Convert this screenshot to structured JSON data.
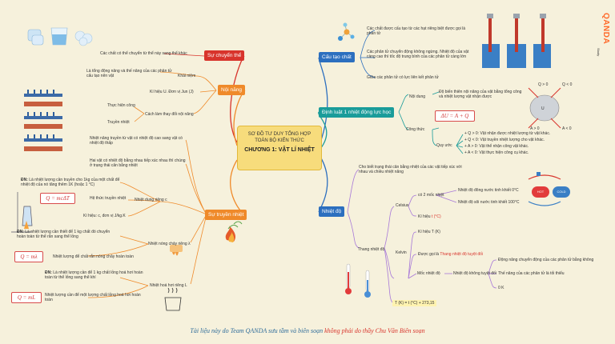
{
  "center": {
    "line1": "SƠ ĐỒ TƯ DUY TỔNG HỢP",
    "line2": "TOÀN BỘ KIẾN THỨC",
    "title": "CHƯƠNG 1: VẬT LÍ NHIỆT"
  },
  "branches": {
    "su_chuyen_the": "Sự chuyển thể",
    "noi_nang": "Nội năng",
    "su_truyen_nhiet": "Sự truyền nhiệt",
    "cau_tao_chat": "Cấu tạo chất",
    "dinh_luat_1": "Định luật 1 nhiệt động lực học",
    "nhiet_do": "Nhiệt độ"
  },
  "left": {
    "chuyen_the_text": "Các chất có thể chuyển từ thể này sang thể khác",
    "noi_nang_def": "Là tổng động năng và thế năng của các phân tử cấu tạo nên vật",
    "khai_niem": "Khái niệm",
    "ki_hieu_u": "Kí hiệu U. Đơn vị Jun (J)",
    "thuc_hien_cong": "Thực hiện công",
    "truyen_nhiet": "Truyền nhiệt",
    "cach_lam_thay_doi": "Cách làm thay đổi nội năng",
    "truyen_nhiet_desc": "Nhiệt năng truyền từ vật có nhiệt độ cao sang vật có nhiệt độ thấp",
    "can_bang_nhiet": "Hai vật có nhiệt độ bằng nhau tiếp xúc nhau thì chúng ở trạng thái cân bằng nhiệt",
    "dn1": "ĐN:",
    "dn1_text": "Là nhiệt lượng cần truyền cho 1kg của một chất để nhiệt độ của nó tăng thêm 1K (hoặc 1 °C)",
    "formula1": "Q = mcΔT",
    "he_thuc": "Hệ thức truyền nhiệt",
    "nhiet_dung_rieng": "Nhiệt dung riêng c",
    "ki_hieu_c": "Kí hiệu: c, đơn vị J/kg.K",
    "dn2": "ĐN:",
    "dn2_text": "Là nhiệt lượng cần thiết để 1 kg chất đó chuyển hoàn toàn từ thể rắn sang thể lỏng",
    "nhiet_nong_chay": "Nhiệt nóng chảy riêng λ",
    "formula2": "Q = mλ",
    "nong_chay_desc": "Nhiệt lượng để chất rắn nóng chảy hoàn toàn",
    "dn3": "ĐN:",
    "dn3_text": "Là nhiệt lượng cần để 1 kg chất lỏng hoá hơi hoàn toàn từ thể lỏng sang thể khí",
    "nhiet_hoa_hoi": "Nhiệt hoá hơi riêng L",
    "formula3": "Q = mL",
    "hoa_hoi_desc": "Nhiệt lượng cần để một lượng chất lỏng hoá hơi hoàn toàn"
  },
  "right": {
    "cau_tao_1": "Các chất được cấu tạo từ các hạt riêng biệt được gọi là phân tử",
    "cau_tao_2": "Các phân tử chuyển động không ngừng. Nhiệt độ của vật càng cao thì tốc độ trung bình của các phân tử càng lớn",
    "cau_tao_3": "Giữa các phân tử có lực liên kết phân tử",
    "noi_dung": "Nội dung",
    "noi_dung_text": "Độ biến thiên nội năng của vật bằng tổng công và nhiệt lượng vật nhận được",
    "cong_thuc": "Công thức",
    "formula_du": "ΔU = A + Q",
    "quy_uoc": "Quy ước",
    "quy_uoc_items": [
      "+ Q > 0: Vật nhận được nhiệt lượng từ vật khác.",
      "+ Q < 0: Vật truyền nhiệt lượng cho vật khác.",
      "+ A > 0: Vật thể nhận công vật khác.",
      "+ A < 0: Vật thực hiện công cụ khác."
    ],
    "nhiet_do_def": "Cho biết trạng thái cân bằng nhiệt của các vật tiếp xúc với nhau và chiều nhiệt năng",
    "celsius": "Celsius",
    "co2moc": "có 2 mốc nhiệt",
    "moc1": "Nhiệt độ đông nước tinh khiết 0°C",
    "moc2": "Nhiệt độ sôi nước tinh khiết 100°C",
    "ki_hieu_c_label": "Kí hiệu",
    "ki_hieu_c_val": "t (°C)",
    "thang_nhiet_do": "Thang nhiệt độ",
    "kelvin": "Kelvin",
    "ki_hieu_k": "Kí hiệu T (K)",
    "duoc_goi_label": "Được gọi là",
    "duoc_goi_val": "Thang nhiệt độ tuyệt đối",
    "moc_nhiet_do": "Mốc nhiệt độ",
    "khong_tuyet_doi": "Nhiệt độ không tuyệt đối",
    "kt1": "Động năng chuyển động của các phân tử bằng không",
    "kt2": "Thế năng của các phân tử là tối thiểu",
    "kt3": "0 K",
    "conversion": "T (K) = t (°C) + 273,15",
    "hot": "HOT",
    "cold": "COLD",
    "diagram_labels": [
      "Q > 0",
      "Q < 0",
      "A > 0",
      "A < 0"
    ]
  },
  "footer": {
    "part1": "Tài liệu này do Team QANDA sưu tầm và biên soạn ",
    "part2": "không phải do thầy Chu Văn Biên soạn"
  },
  "logo": {
    "text": "QANDA",
    "sub": "Study"
  },
  "colors": {
    "red": "#d8342c",
    "orange": "#ef8a2a",
    "teal": "#1a9c9a",
    "blue": "#2c6fbf",
    "purple": "#a879d8"
  }
}
